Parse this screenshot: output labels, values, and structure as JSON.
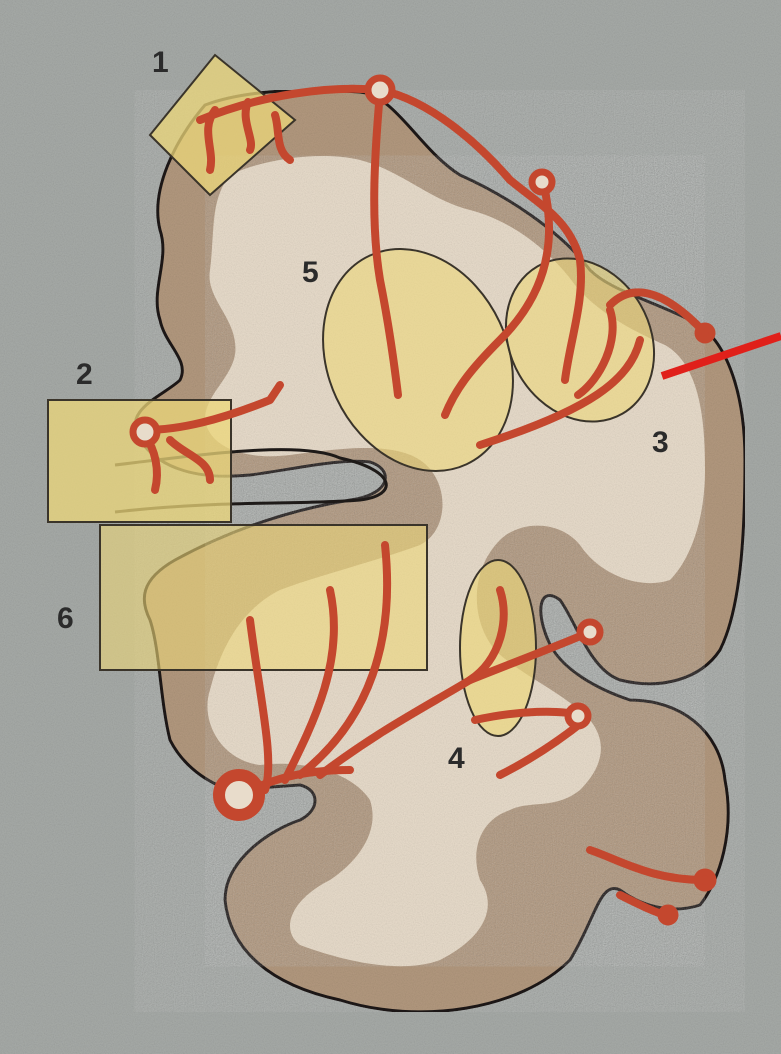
{
  "labels": {
    "l1": "1",
    "l2": "2",
    "l3": "3",
    "l4": "4",
    "l5": "5",
    "l6": "6"
  },
  "colors": {
    "background": "#a7aba8",
    "white_matter": "#e8dccb",
    "grey_matter": "#b3997f",
    "outline": "#1e1a18",
    "highlight_region": "#ecd77a",
    "vessel": "#c4472e",
    "vessel_edge": "#7a2413",
    "pointer": "#e0201a"
  },
  "icons": {
    "arrow": "red-pointer-arrow",
    "vessel_node": "artery-origin-circle"
  }
}
